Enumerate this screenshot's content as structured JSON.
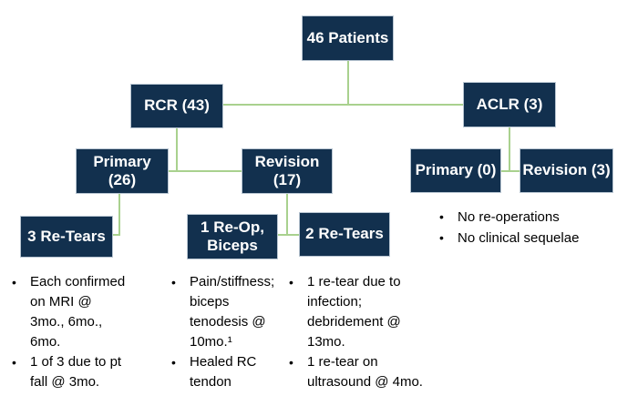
{
  "colors": {
    "box_fill": "#12304e",
    "box_border": "#b9c6d2",
    "box_text": "#ffffff",
    "connector": "#a9d18e",
    "note_text": "#000000"
  },
  "bullet_char": "•",
  "chart": {
    "root": "46 Patients",
    "rcr": "RCR (43)",
    "aclr": "ACLR (3)",
    "rcr_primary": "Primary\n(26)",
    "rcr_revision": "Revision\n(17)",
    "aclr_primary": "Primary (0)",
    "aclr_revision": "Revision (3)",
    "primary_retears": "3 Re-Tears",
    "revision_reop": "1 Re-Op,\nBiceps",
    "revision_retears": "2 Re-Tears"
  },
  "notes": {
    "primary_retears": [
      "Each confirmed\non MRI @\n3mo., 6mo.,\n6mo.",
      "1 of 3 due to pt\nfall @ 3mo."
    ],
    "revision_reop": [
      "Pain/stiffness;\nbiceps\ntenodesis @\n10mo.¹",
      "Healed RC\ntendon"
    ],
    "revision_retears": [
      "1 re-tear due to\ninfection;\ndebridement @\n13mo.",
      "1 re-tear on\nultrasound @ 4mo."
    ],
    "aclr": [
      "No re-operations",
      "No clinical sequelae"
    ]
  }
}
